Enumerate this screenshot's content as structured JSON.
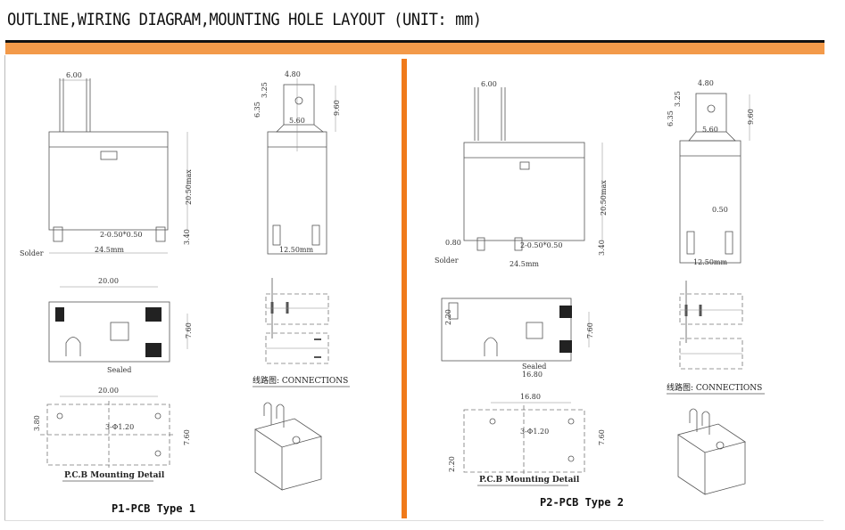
{
  "title": "OUTLINE,WIRING DIAGRAM,MOUNTING HOLE LAYOUT (UNIT: mm)",
  "accent_color": "#f39a4a",
  "type1": {
    "pin_pitch": "6.00",
    "tab_width": "4.80",
    "tab_hole": "3.25",
    "tab_height": "6.35",
    "terminal_height": "9.60",
    "flange_width": "5.60",
    "body_height": "20.50max",
    "pin_size": "2-0.50*0.50",
    "pin_length": "3.40",
    "solder": "Solder",
    "body_length": "24.5mm",
    "body_width": "12.50mm",
    "bottom_span": "20.00",
    "bottom_pitch": "7.60",
    "sealed": "Sealed",
    "pcb_span": "20.00",
    "pcb_offset": "3.80",
    "pcb_holes": "3-Φ1.20",
    "pcb_pitch": "7.60",
    "pcb_caption": "P.C.B Mounting Detail",
    "connections_caption": "线路图: CONNECTIONS",
    "label": "P1-PCB Type 1"
  },
  "type2": {
    "pin_pitch": "6.00",
    "tab_width": "4.80",
    "tab_hole": "3.25",
    "tab_height": "6.35",
    "terminal_height": "9.60",
    "flange_width": "5.60",
    "body_height": "20.50max",
    "pin_size": "2-0.50*0.50",
    "pin_length": "3.40",
    "pin_offset": "0.80",
    "solder": "Solder",
    "body_length": "24.5mm",
    "pin_gap": "0.50",
    "body_width": "12.50mm",
    "bottom_offset": "2.20",
    "bottom_pitch": "7.60",
    "sealed": "Sealed",
    "bottom_span": "16.80",
    "pcb_span": "16.80",
    "pcb_holes": "3-Φ1.20",
    "pcb_pitch": "7.60",
    "pcb_offset": "2.20",
    "pcb_caption": "P.C.B Mounting Detail",
    "connections_caption": "线路图: CONNECTIONS",
    "label": "P2-PCB Type 2"
  }
}
